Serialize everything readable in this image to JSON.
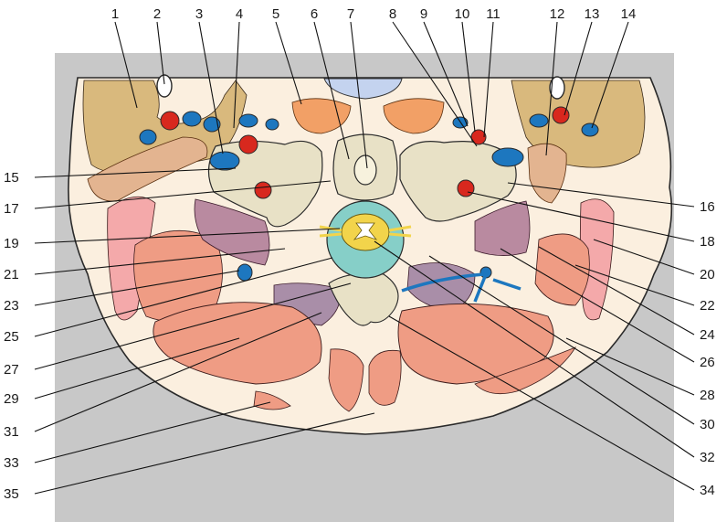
{
  "diagram": {
    "colors": {
      "background_panel": "#c8c8c8",
      "skin": "#fbefdf",
      "outline": "#2a2a2a",
      "bone": "#e8e1c6",
      "muscle_salmon": "#ef9c84",
      "muscle_pink": "#f4a9aa",
      "muscle_mauve": "#b98aa0",
      "muscle_purple": "#a98ea8",
      "gland_tan": "#d9b97d",
      "fat_orange": "#f2a066",
      "fat_brown": "#e3b490",
      "artery": "#d8281e",
      "vein": "#1d77bf",
      "csf": "#86cfc8",
      "spinal_cord": "#f2d44b",
      "air": "#c4d3ef"
    },
    "labels": {
      "left": [
        "15",
        "17",
        "19",
        "21",
        "23",
        "25",
        "27",
        "29",
        "31",
        "33",
        "35"
      ],
      "right": [
        "16",
        "18",
        "20",
        "22",
        "24",
        "26",
        "28",
        "30",
        "32",
        "34"
      ],
      "top": [
        "1",
        "2",
        "3",
        "4",
        "5",
        "6",
        "7",
        "8",
        "9",
        "10",
        "11",
        "12",
        "13",
        "14"
      ]
    }
  }
}
